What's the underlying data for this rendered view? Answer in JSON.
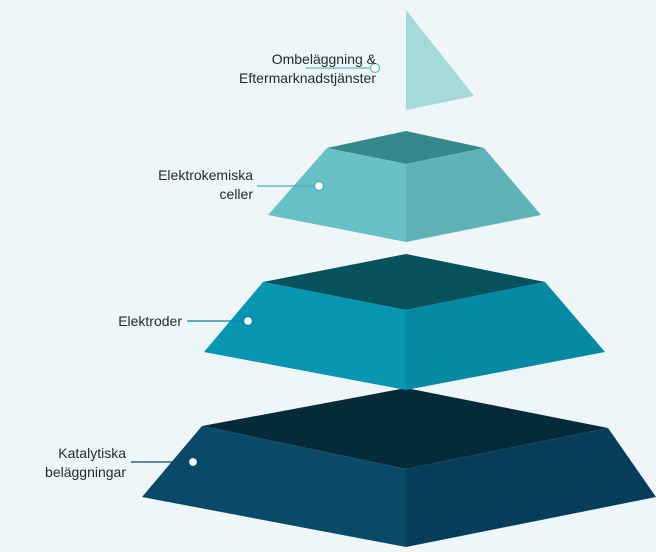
{
  "diagram": {
    "type": "pyramid",
    "tiers": [
      {
        "label_lines": [
          "Ombeläggning &",
          "Eftermarknadstjänster"
        ],
        "colors": {
          "front_left": "#a6d9da",
          "front_right": "#9ccfd0",
          "top": "#b9e3e3"
        }
      },
      {
        "label_lines": [
          "Elektrokemiska",
          "celler"
        ],
        "colors": {
          "front_left": "#67c0c6",
          "front_right": "#5fb3b8",
          "top": "#37888b"
        }
      },
      {
        "label_lines": [
          "Elektroder"
        ],
        "colors": {
          "front_left": "#0796b2",
          "front_right": "#058aa3",
          "top": "#08525e"
        }
      },
      {
        "label_lines": [
          "Katalytiska",
          "beläggningar"
        ],
        "colors": {
          "front_left": "#0a4a69",
          "front_right": "#063d59",
          "top": "#052b3b"
        }
      }
    ]
  },
  "colors": {
    "background": "#eef6f8",
    "text": "#1b2a33"
  }
}
